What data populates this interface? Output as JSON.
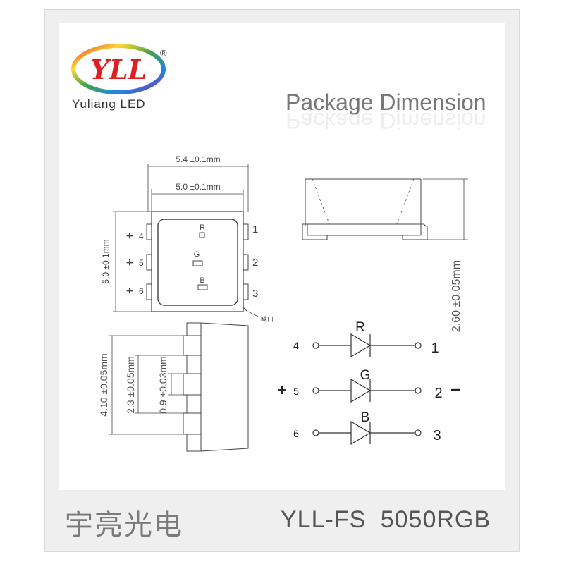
{
  "logo": {
    "mark": "YLL",
    "registered": "®",
    "company": "Yuliang LED"
  },
  "title": "Package Dimension",
  "top_view": {
    "width_outer": "5.4 ±0.1mm",
    "width_inner": "5.0 ±0.1mm",
    "height": "5.0 ±0.1mm",
    "chips": [
      "R",
      "G",
      "B"
    ],
    "left_pins": [
      "4",
      "5",
      "6"
    ],
    "right_pins": [
      "1",
      "2",
      "3"
    ],
    "polarity_symbol": "+",
    "notch_note": "缺口"
  },
  "side_view": {
    "height_total": "2.60 ±0.05mm"
  },
  "bottom_view": {
    "length": "4.10 ±0.05mm",
    "pitch": "2.3 ±0.05mm",
    "pad": "0.9 ±0.03mm"
  },
  "circuit": {
    "rows": [
      {
        "label": "R",
        "left": "4",
        "right": "1"
      },
      {
        "label": "G",
        "left": "5",
        "right": "2"
      },
      {
        "label": "B",
        "left": "6",
        "right": "3"
      }
    ],
    "plus": "+",
    "minus": "−"
  },
  "footer": {
    "chinese": "宇亮光电",
    "model": "YLL-FS 5050RGB"
  }
}
